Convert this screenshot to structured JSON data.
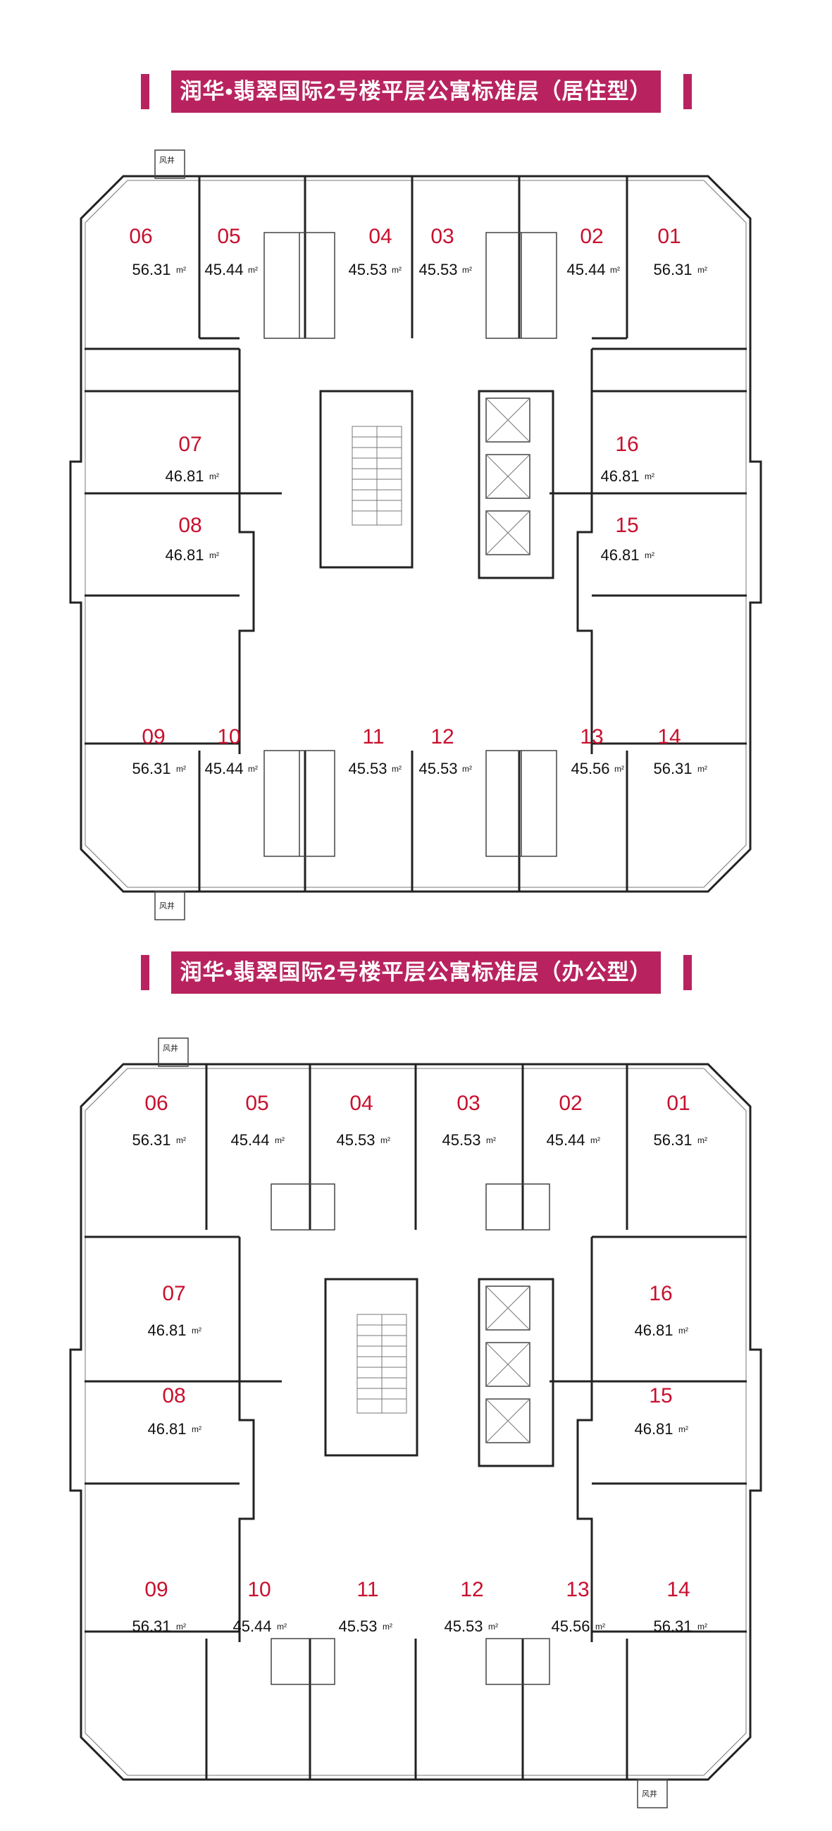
{
  "sections": [
    {
      "title": "润华•翡翠国际2号楼平层公寓标准层（居住型）",
      "units": [
        {
          "num": "06",
          "area": "56.31",
          "sup": "m²"
        },
        {
          "num": "05",
          "area": "45.44",
          "sup": "m²"
        },
        {
          "num": "04",
          "area": "45.53",
          "sup": "m²"
        },
        {
          "num": "03",
          "area": "45.53",
          "sup": "m²"
        },
        {
          "num": "02",
          "area": "45.44",
          "sup": "m²"
        },
        {
          "num": "01",
          "area": "56.31",
          "sup": "m²"
        },
        {
          "num": "07",
          "area": "46.81",
          "sup": "m²"
        },
        {
          "num": "08",
          "area": "46.81",
          "sup": "m²"
        },
        {
          "num": "16",
          "area": "46.81",
          "sup": "m²"
        },
        {
          "num": "15",
          "area": "46.81",
          "sup": "m²"
        },
        {
          "num": "09",
          "area": "56.31",
          "sup": "m²"
        },
        {
          "num": "10",
          "area": "45.44",
          "sup": "m²"
        },
        {
          "num": "11",
          "area": "45.53",
          "sup": "m²"
        },
        {
          "num": "12",
          "area": "45.53",
          "sup": "m²"
        },
        {
          "num": "13",
          "area": "45.56",
          "sup": "m²"
        },
        {
          "num": "14",
          "area": "56.31",
          "sup": "m²"
        }
      ],
      "tags": [
        "风井",
        "风井"
      ]
    },
    {
      "title": "润华•翡翠国际2号楼平层公寓标准层（办公型）",
      "units": [
        {
          "num": "06",
          "area": "56.31",
          "sup": "m²"
        },
        {
          "num": "05",
          "area": "45.44",
          "sup": "m²"
        },
        {
          "num": "04",
          "area": "45.53",
          "sup": "m²"
        },
        {
          "num": "03",
          "area": "45.53",
          "sup": "m²"
        },
        {
          "num": "02",
          "area": "45.44",
          "sup": "m²"
        },
        {
          "num": "01",
          "area": "56.31",
          "sup": "m²"
        },
        {
          "num": "07",
          "area": "46.81",
          "sup": "m²"
        },
        {
          "num": "08",
          "area": "46.81",
          "sup": "m²"
        },
        {
          "num": "16",
          "area": "46.81",
          "sup": "m²"
        },
        {
          "num": "15",
          "area": "46.81",
          "sup": "m²"
        },
        {
          "num": "09",
          "area": "56.31",
          "sup": "m²"
        },
        {
          "num": "10",
          "area": "45.44",
          "sup": "m²"
        },
        {
          "num": "11",
          "area": "45.53",
          "sup": "m²"
        },
        {
          "num": "12",
          "area": "45.53",
          "sup": "m²"
        },
        {
          "num": "13",
          "area": "45.56",
          "sup": "m²"
        },
        {
          "num": "14",
          "area": "56.31",
          "sup": "m²"
        }
      ],
      "tags": [
        "风井",
        "风井"
      ]
    }
  ],
  "colors": {
    "accent": "#b8235f",
    "unit_number": "#c8102e",
    "line": "#222222"
  }
}
